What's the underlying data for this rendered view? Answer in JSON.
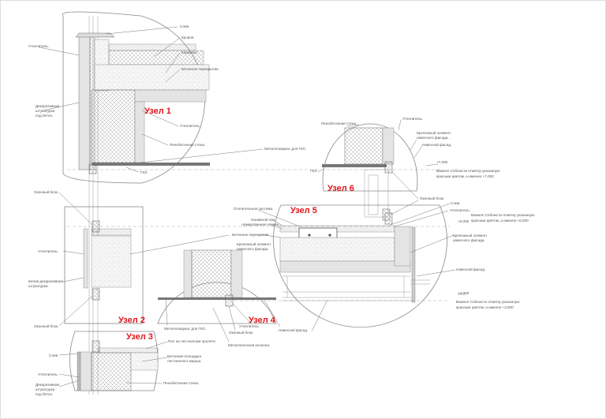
{
  "nodes": {
    "n1": "Узел 1",
    "n2": "Узел 2",
    "n3": "Узел 3",
    "n4": "Узел 4",
    "n5": "Узел 5",
    "n6": "Узел 6"
  },
  "node1": {
    "drip": "Слив.",
    "roof": "Кровля.",
    "claydite": "Керамзит.",
    "slab": "Бетонное перекрытие.",
    "insul_left": "Утеплитель.",
    "plaster": [
      "Декоративная",
      "штукатурка",
      "под бетон."
    ],
    "insul": "Утеплитель.",
    "wall": "Пенобетонная стена.",
    "frame": "Металлокаркас для ГКЛ.",
    "gkl": "ГКЛ."
  },
  "node6": {
    "wall": "Пенобетонная стена.",
    "insul": "Утеплитель.",
    "bracket": [
      "Крепежный элемент",
      "навесного фасада."
    ],
    "facade": "Навесной фасад.",
    "level": "+7,000",
    "note": [
      "Важно!! Соблюсти отметку указанную",
      "красным цветом, а именно +7,000"
    ],
    "gkl": "ГКЛ.",
    "window": "Оконный блок."
  },
  "node5": {
    "drip": "Слив.",
    "insul": "Утеплитель.",
    "level": "+6,000",
    "note": [
      "Важно!! Соблюсти отметку указанную",
      "красным цветом, а именно +6,000"
    ],
    "heating": "Отопительная система.",
    "floor": "Наливной пол.",
    "screed": "Армированная стяжка.",
    "slab": "Бетонное перекрытие.",
    "bracket_left": [
      "Крепежный элемент",
      "навесного фасада."
    ],
    "bracket_right": [
      "Крепежный элемент",
      "навесного фасада."
    ],
    "facade": "Навесной фасад.",
    "level2": "+3,000",
    "note2": [
      "Важно!! Соблюсти отметку указанную",
      "красным цветом, а именно +3,000"
    ]
  },
  "node2": {
    "window_top": "Оконный блок.",
    "insul": "Утеплитель.",
    "plaster": [
      "Белая декоративная",
      "штукатурка."
    ],
    "window_bottom": "Оконный блок."
  },
  "node4": {
    "frame": "Металлокаркас для ГКЛ.",
    "insul": "Утеплитель.",
    "window": "Оконный блок.",
    "column": "Металлическая колонна.",
    "facade": "Навесной фасад."
  },
  "node3": {
    "floor": "Пол на лестничном пролете.",
    "drip": "Слив.",
    "landing": [
      "Бетонная площадка",
      "лестничного марша."
    ],
    "insul": "Утеплитель.",
    "plaster": [
      "Декоративная",
      "штукатурка",
      "под бетон."
    ],
    "wall": "Пенобетонная стена."
  },
  "colors": {
    "node_label": "#e0161b",
    "line": "#777777"
  }
}
